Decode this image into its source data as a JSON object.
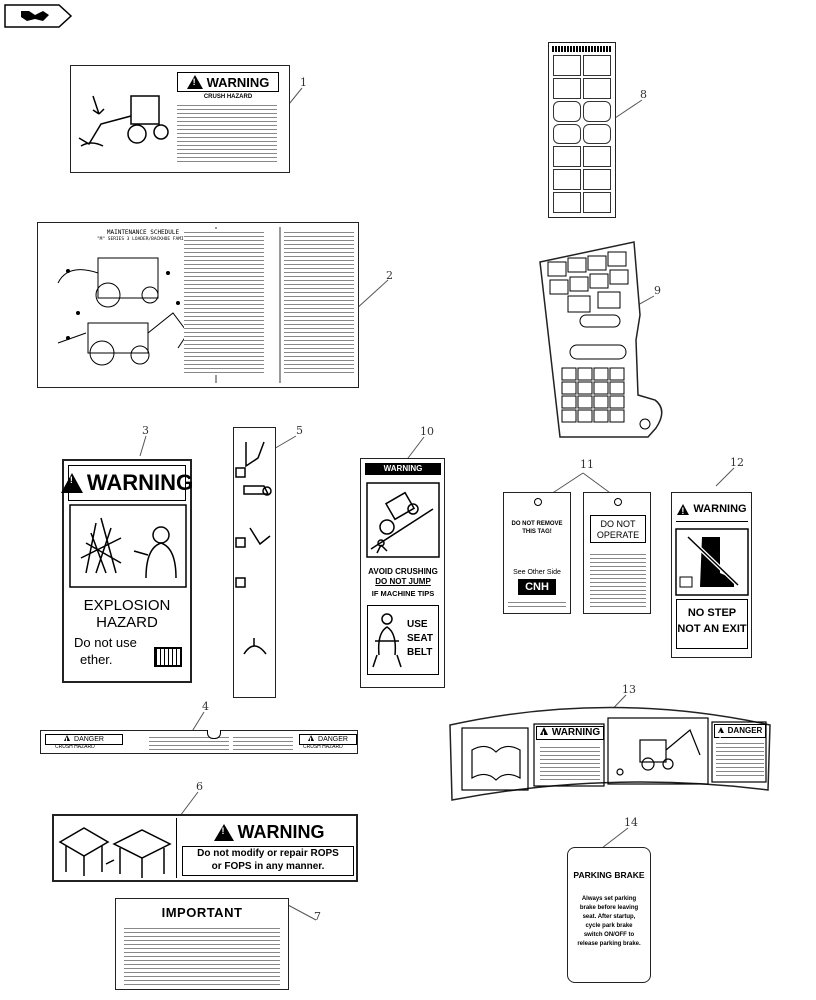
{
  "callouts": [
    "1",
    "2",
    "3",
    "4",
    "5",
    "6",
    "7",
    "8",
    "9",
    "10",
    "11",
    "12",
    "13",
    "14"
  ],
  "decal1": {
    "warning": "WARNING",
    "subtitle": "CRUSH HAZARD"
  },
  "decal2": {
    "title": "MAINTENANCE SCHEDULE",
    "subtitle": "\"M\" SERIES 3 LOADER/BACKHOE FAMILY"
  },
  "decal3": {
    "warning": "WARNING",
    "line1": "EXPLOSION",
    "line2": "HAZARD",
    "line3": "Do not use",
    "line4": "ether."
  },
  "decal4": {
    "left": "DANGER",
    "left_sub": "CRUSH HAZARD",
    "right": "DANGER",
    "right_sub": "CRUSH HAZARD"
  },
  "decal6": {
    "warning": "WARNING",
    "line1": "Do not modify or repair ROPS",
    "line2": "or FOPS in any manner."
  },
  "decal7": {
    "title": "IMPORTANT"
  },
  "decal10": {
    "warning": "WARNING",
    "line1": "AVOID CRUSHING",
    "line2": "DO NOT JUMP",
    "line3": "IF MACHINE TIPS",
    "belt1": "USE",
    "belt2": "SEAT",
    "belt3": "BELT"
  },
  "decal11": {
    "tagA1": "DO NOT REMOVE",
    "tagA2": "THIS TAG!",
    "tagA3": "See Other Side",
    "tagB1": "DO NOT",
    "tagB2": "OPERATE",
    "logo": "CNH"
  },
  "decal12": {
    "warning": "WARNING",
    "line1": "NO STEP",
    "line2": "NOT AN EXIT"
  },
  "decal13": {
    "warning": "WARNING",
    "danger": "DANGER"
  },
  "decal14": {
    "title": "PARKING BRAKE",
    "l1": "Always set parking",
    "l2": "brake before leaving",
    "l3": "seat.  After startup,",
    "l4": "cycle park brake",
    "l5": "switch ON/OFF to",
    "l6": "release parking brake."
  }
}
